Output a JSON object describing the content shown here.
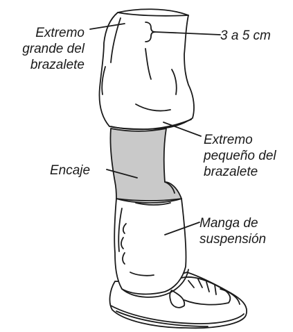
{
  "labels": {
    "big_end": [
      "Extremo",
      "grande del",
      "brazalete"
    ],
    "range": "3 a 5 cm",
    "small_end": [
      "Extremo",
      "pequeño del",
      "brazalete"
    ],
    "socket": "Encaje",
    "sleeve": [
      "Manga de",
      "suspensión"
    ]
  },
  "colors": {
    "line": "#1a1a1a",
    "socket_fill": "#c9c9c9",
    "sleeve_fill": "#ffffff"
  }
}
